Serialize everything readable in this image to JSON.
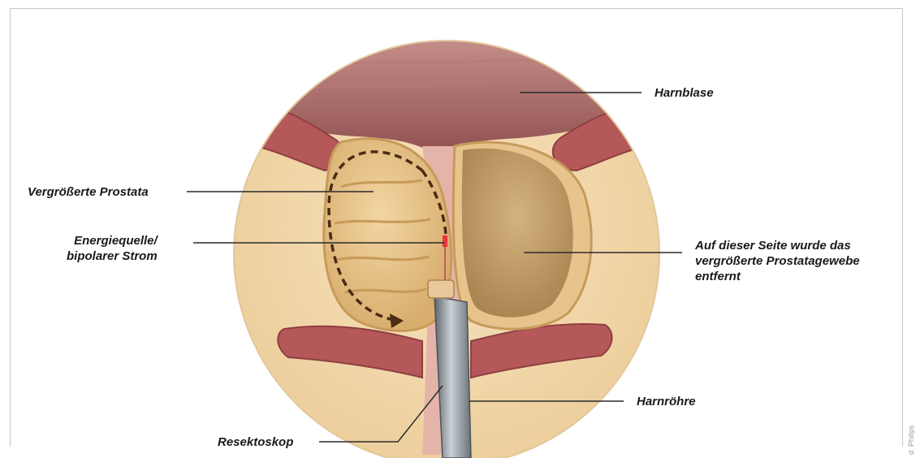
{
  "labels": {
    "bladder": "Harnblase",
    "enlarged_prostate": "Vergrößerte Prostata",
    "energy_source_line1": "Energiequelle/",
    "energy_source_line2": "bipolarer Strom",
    "removed_tissue_line1": "Auf dieser Seite wurde das",
    "removed_tissue_line2": "vergrößerte Prostatagewebe",
    "removed_tissue_line3": "entfernt",
    "urethra": "Harnröhre",
    "resectoscope": "Resektoskop"
  },
  "credit": "d: Philips",
  "colors": {
    "label_text": "#1a1a1a",
    "leader_line": "#2a2a2a",
    "skin": "#f3d9ad",
    "bladder": "#a96a68",
    "muscle": "#b5585a",
    "prostate": "#e6c48c",
    "cavity": "#c9a36a",
    "scope": "#8e969c",
    "arrow": "#4a2c14",
    "energy_tip": "#e8323c"
  }
}
